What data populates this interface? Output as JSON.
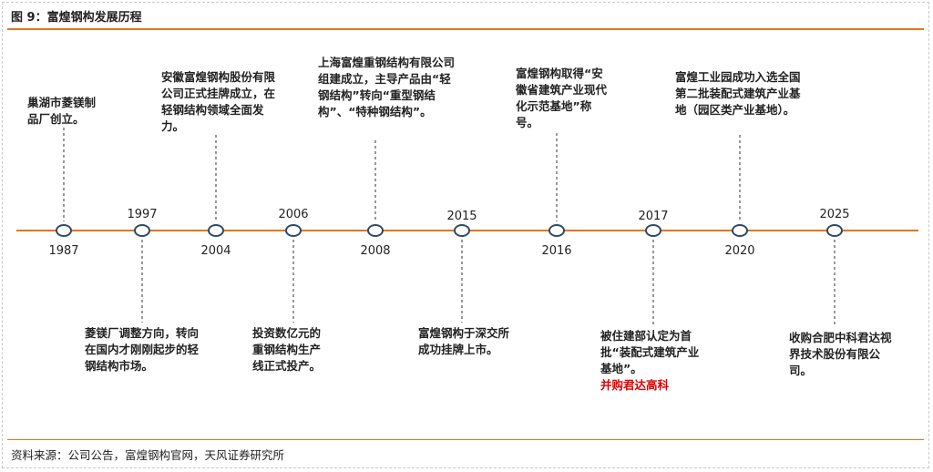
{
  "title": "图 9：富煌钢构发展历程",
  "source": "资料来源：公司公告，富煌钢构官网，天风证券研究所",
  "colors": {
    "accent": "#e2751b",
    "highlight": "#e00000",
    "node_stroke": "#2f4a63"
  },
  "milestones": [
    {
      "year": "1987",
      "text": "巢湖市菱镁制品厂创立。"
    },
    {
      "year": "1997",
      "text": "菱镁厂调整方向，转向在国内才刚刚起步的轻钢结构市场。"
    },
    {
      "year": "2004",
      "text": "安徽富煌钢构股份有限公司正式挂牌成立，在轻钢结构领域全面发力。"
    },
    {
      "year": "2006",
      "text": "投资数亿元的重钢结构生产线正式投产。"
    },
    {
      "year": "2008",
      "text": "上海富煌重钢结构有限公司组建成立，主导产品由“轻钢结构”转向“重型钢结构”、“特种钢结构”。"
    },
    {
      "year": "2015",
      "text": "富煌钢构于深交所成功挂牌上市。"
    },
    {
      "year": "2016",
      "text": "富煌钢构取得“安徽省建筑产业现代化示范基地”称号。"
    },
    {
      "year": "2017",
      "text": "被住建部认定为首批“装配式建筑产业基地”。",
      "highlight": "并购君达高科"
    },
    {
      "year": "2020",
      "text": "富煌工业园成功入选全国第二批装配式建筑产业基地（园区类产业基地）。"
    },
    {
      "year": "2025",
      "text": "收购合肥中科君达视界技术股份有限公司。"
    }
  ]
}
